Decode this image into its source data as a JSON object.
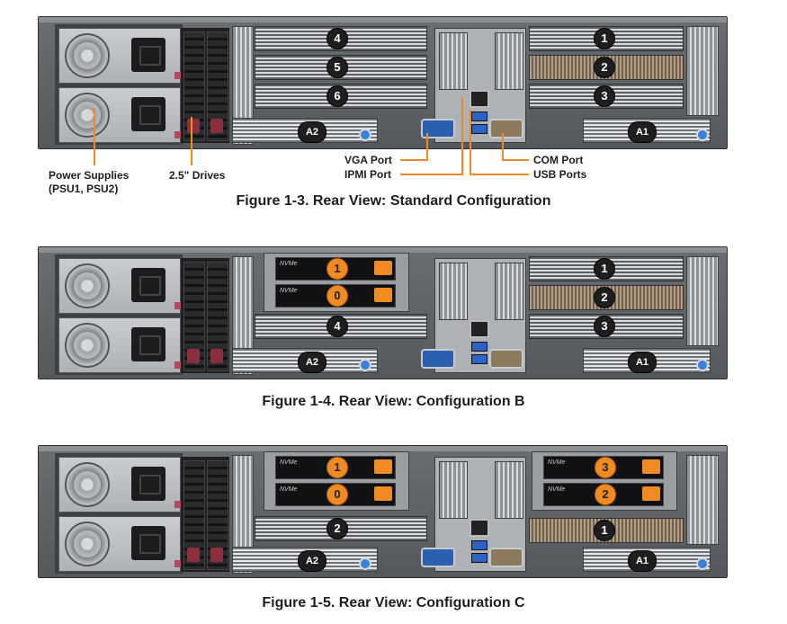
{
  "figures": [
    {
      "caption": "Figure 1-3. Rear View: Standard Configuration",
      "slot_labels": [
        "4",
        "5",
        "6",
        "1",
        "2",
        "3",
        "A2",
        "A1"
      ]
    },
    {
      "caption": "Figure 1-4. Rear View: Configuration B",
      "nvme_labels": [
        "1",
        "0"
      ],
      "slot_labels": [
        "4",
        "1",
        "2",
        "3",
        "A2",
        "A1"
      ]
    },
    {
      "caption": "Figure 1-5. Rear View: Configuration C",
      "nvme_labels": [
        "1",
        "0",
        "3",
        "2"
      ],
      "slot_labels": [
        "2",
        "1",
        "A2",
        "A1"
      ]
    }
  ],
  "nvme_tag": "NVMe",
  "callouts": {
    "power_supplies_1": "Power Supplies",
    "power_supplies_2": "(PSU1, PSU2)",
    "drives": "2.5\" Drives",
    "vga_port": "VGA Port",
    "ipmi_port": "IPMI Port",
    "com_port": "COM Port",
    "usb_ports": "USB Ports"
  },
  "colors": {
    "accent": "#f08a22",
    "vga": "#2b5fb0",
    "usb": "#2d63c7"
  }
}
